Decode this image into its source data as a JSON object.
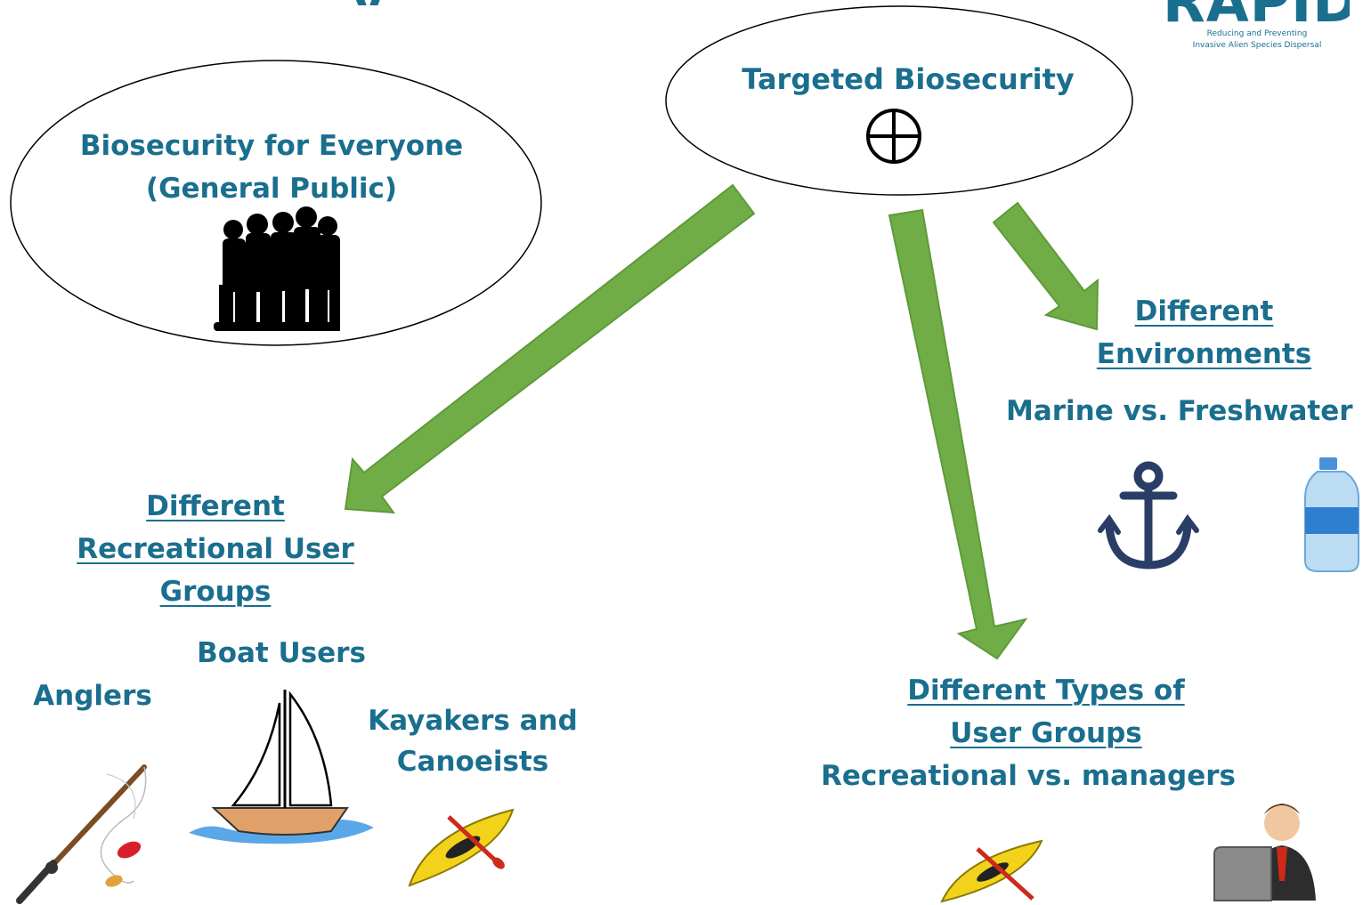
{
  "slide": {
    "title_fragment": "y",
    "logo": {
      "word": "RAPID",
      "tagline_1": "Reducing and Preventing",
      "tagline_2": "Invasive Alien Species Dispersal"
    },
    "colors": {
      "text": "#1a6e8e",
      "arrow": "#70ad47",
      "arrow_stroke": "#5e9a3a",
      "anchor": "#2a3d66"
    }
  },
  "nodes": {
    "everyone": {
      "line1": "Biosecurity for Everyone",
      "line2": "(General Public)"
    },
    "targeted": {
      "title": "Targeted Biosecurity"
    },
    "recreational": {
      "line1": "Different",
      "line2": "Recreational User",
      "line3": "Groups"
    },
    "environments": {
      "line1": "Different",
      "line2": "Environments",
      "subtitle": "Marine vs. Freshwater"
    },
    "user_types": {
      "line1": "Different Types of",
      "line2": "User Groups",
      "subtitle": "Recreational vs. managers"
    }
  },
  "groups": {
    "anglers": "Anglers",
    "boat_users": "Boat Users",
    "kayakers_1": "Kayakers and",
    "kayakers_2": "Canoeists"
  },
  "icons": [
    "crosshair-icon",
    "people-silhouette-icon",
    "anchor-icon",
    "water-bottle-icon",
    "fishing-rod-icon",
    "sailboat-icon",
    "kayak-icon",
    "manager-laptop-icon"
  ]
}
